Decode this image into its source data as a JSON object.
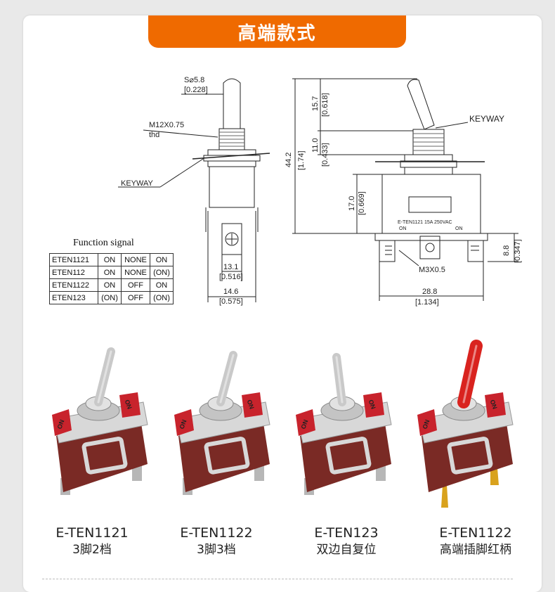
{
  "banner": {
    "title": "高端款式"
  },
  "drawing_left": {
    "stem_dia": "S⌀5.8",
    "stem_dia_in": "[0.228]",
    "thread": "M12X0.75",
    "thread_note": "thd",
    "keyway": "KEYWAY",
    "w1": "13.1",
    "w1_in": "[0.516]",
    "w2": "14.6",
    "w2_in": "[0.575]"
  },
  "drawing_right": {
    "keyway": "KEYWAY",
    "total_h": "44.2",
    "total_h_in": "[1.74]",
    "lever_h": "15.7",
    "lever_h_in": "[0.618]",
    "bush_h": "11.0",
    "bush_h_in": "[0.433]",
    "body_h": "17.0",
    "body_h_in": "[0.669]",
    "term_h": "8.8",
    "term_h_in": "[0.347]",
    "screw": "M3X0.5",
    "width": "28.8",
    "width_in": "[1.134]",
    "label_line1": "E-TEN1121  15A  250VAC",
    "label_on1": "ON",
    "label_on2": "ON"
  },
  "function_signal": {
    "title": "Function signal",
    "rows": [
      [
        "ETEN1121",
        "ON",
        "NONE",
        "ON"
      ],
      [
        "ETEN112",
        "ON",
        "NONE",
        "(ON)"
      ],
      [
        "ETEN1122",
        "ON",
        "OFF",
        "ON"
      ],
      [
        "ETEN123",
        "(ON)",
        "OFF",
        "(ON)"
      ]
    ]
  },
  "products": [
    {
      "model": "E-TEN1121",
      "desc": "3脚2档",
      "lever": "#c9c9c9",
      "tag_on": "ON",
      "tag_off": "ON"
    },
    {
      "model": "E-TEN1122",
      "desc": "3脚3档",
      "lever": "#c9c9c9",
      "tag_on": "ON",
      "tag_off": "ON"
    },
    {
      "model": "E-TEN123",
      "desc": "双边自复位",
      "lever": "#c9c9c9",
      "tag_on": "ON",
      "tag_off": "ON"
    },
    {
      "model": "E-TEN1122",
      "desc": "高端插脚红柄",
      "lever": "#d9231f",
      "tag_on": "ON",
      "tag_off": "ON"
    }
  ],
  "colors": {
    "banner": "#ef6a00",
    "body": "#7a2a25",
    "tag": "#c8232c"
  }
}
